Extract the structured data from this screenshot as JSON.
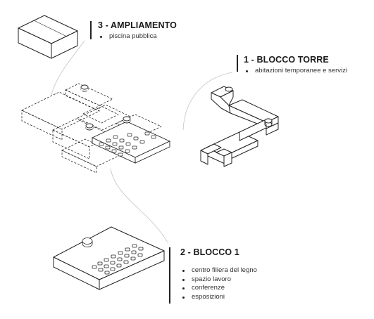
{
  "blocks": [
    {
      "title": "3 - AMPLIAMENTO",
      "items": [
        "piscina pubblica"
      ]
    },
    {
      "title": "1 - BLOCCO TORRE",
      "items": [
        "abitazioni temporanee e servizi"
      ]
    },
    {
      "title": "2 - BLOCCO 1",
      "items": [
        "centro filiera del legno",
        "spazio lavoro",
        "conferenze",
        "esposizioni"
      ]
    }
  ],
  "colors": {
    "line": "#222222",
    "text": "#1a1a1a",
    "guide": "#bbbbbb"
  }
}
